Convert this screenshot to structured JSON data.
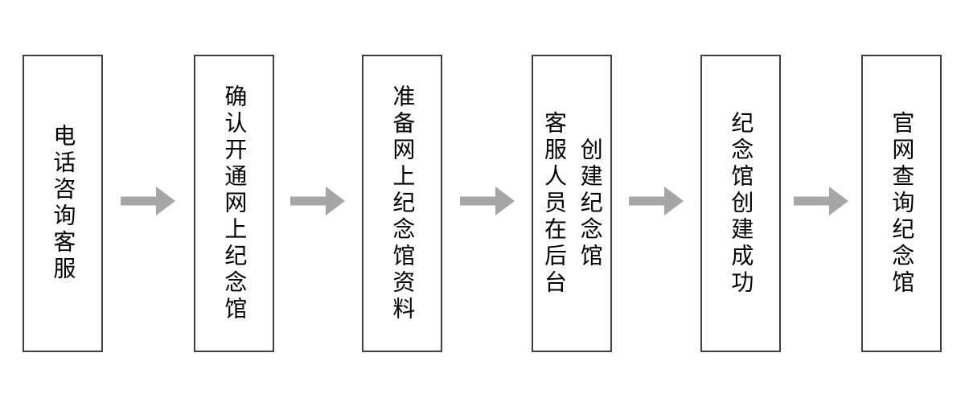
{
  "flowchart": {
    "type": "process-flow",
    "direction": "left-to-right",
    "steps": [
      {
        "label": "电话咨询客服",
        "lines": [
          "电话咨询客服"
        ]
      },
      {
        "label": "确认开通网上纪念馆",
        "lines": [
          "确认开通网上纪念馆"
        ]
      },
      {
        "label": "准备网上纪念馆资料",
        "lines": [
          "准备网上纪念馆资料"
        ]
      },
      {
        "label": "客服人员在后台创建纪念馆",
        "lines": [
          "客服人员在后台",
          "创建纪念馆"
        ]
      },
      {
        "label": "纪念馆创建成功",
        "lines": [
          "纪念馆创建成功"
        ]
      },
      {
        "label": "官网查询纪念馆",
        "lines": [
          "官网查询纪念馆"
        ]
      }
    ],
    "connector": "arrow-right-icon",
    "colors": {
      "background": "#ffffff",
      "box_border": "#404040",
      "text": "#000000",
      "arrow": "#a6a6a6"
    }
  }
}
